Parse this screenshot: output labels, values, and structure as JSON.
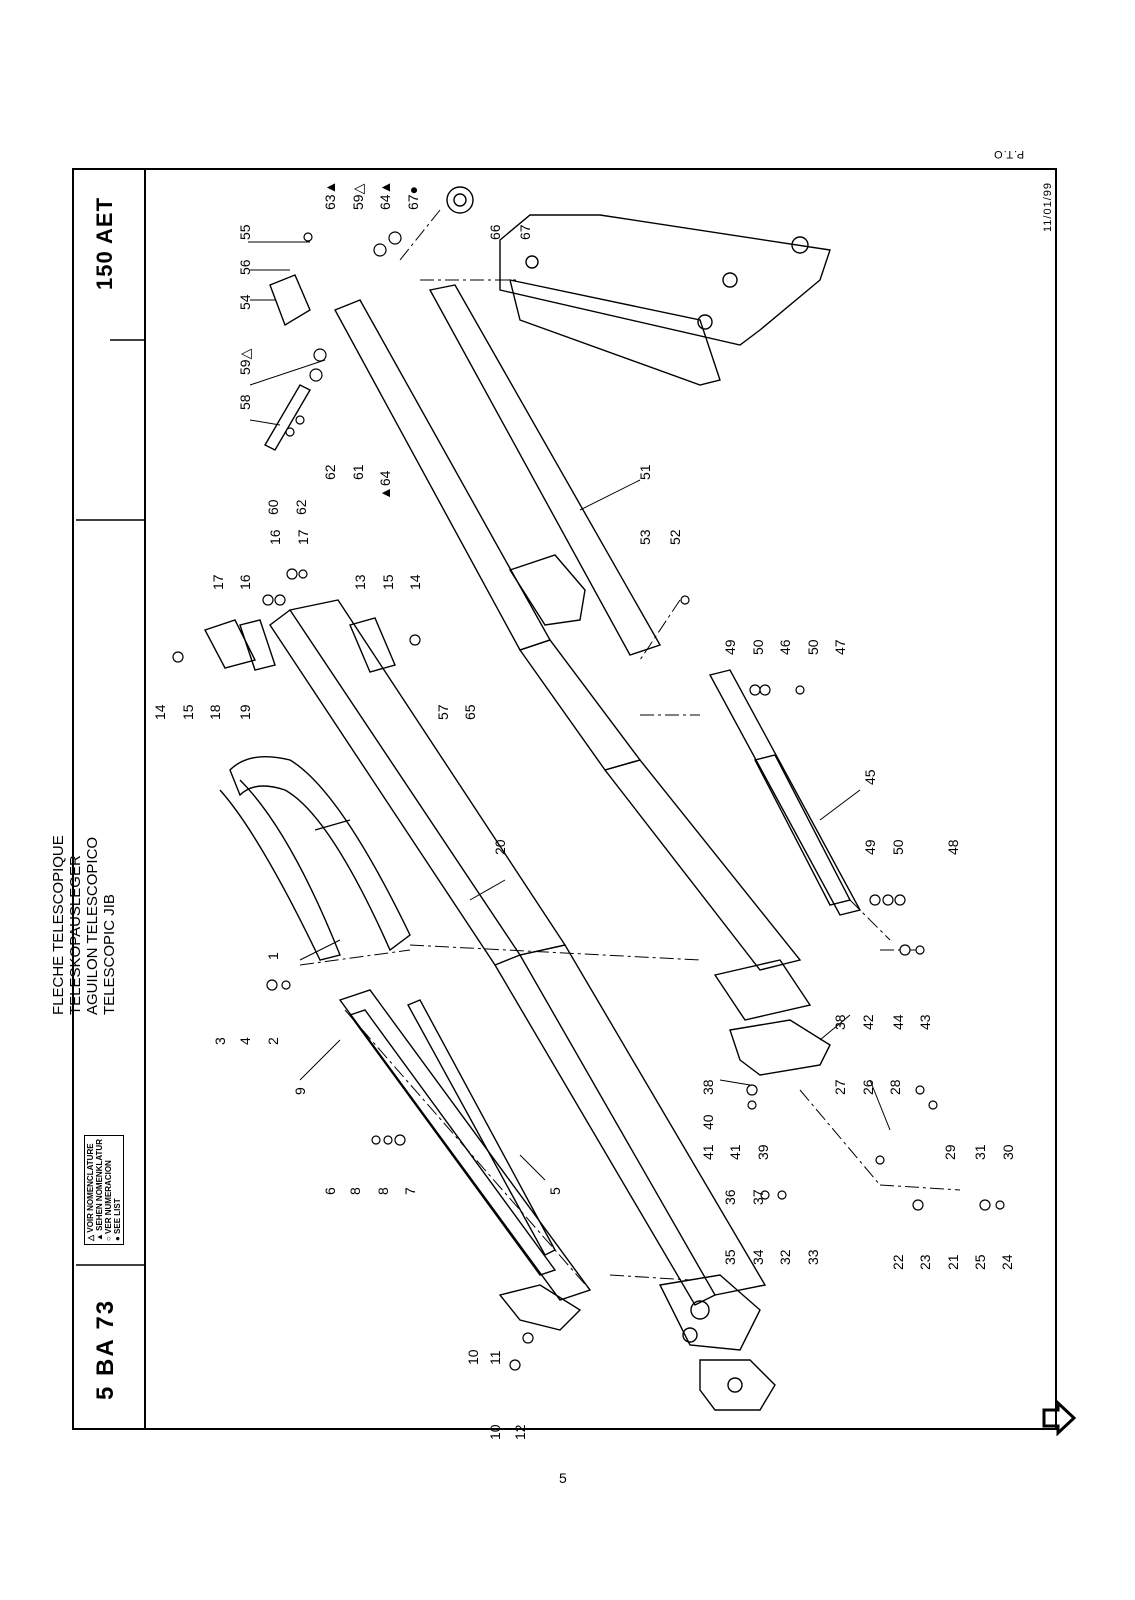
{
  "header": {
    "model": "150 AET",
    "code": "5 BA 73",
    "titles": [
      "FLECHE TELESCOPIQUE",
      "TELESKOPAUSLEGER",
      "AGUILON TELESCOPICO",
      "TELESCOPIC JIB"
    ],
    "legend": [
      "△ VOIR NOMENCLATURE",
      "▲ SEHEN NOMENKLATUR",
      "○ VER NUMERACION",
      "● SEE LIST"
    ],
    "date": "11/01/99",
    "pto": "P.T.O"
  },
  "footer": {
    "page_number": "5"
  },
  "icons": {
    "next_page": "arrow-right-outline-icon"
  },
  "callouts": [
    "1",
    "2",
    "3",
    "4",
    "5",
    "6",
    "7",
    "8",
    "8",
    "9",
    "10",
    "10",
    "11",
    "12",
    "13",
    "14",
    "14",
    "15",
    "15",
    "16",
    "16",
    "17",
    "17",
    "18",
    "19",
    "20",
    "21",
    "22",
    "23",
    "24",
    "25",
    "26",
    "27",
    "28",
    "29",
    "30",
    "31",
    "32",
    "33",
    "34",
    "35",
    "36",
    "37",
    "38",
    "38",
    "39",
    "40",
    "41",
    "41",
    "42",
    "43",
    "44",
    "45",
    "46",
    "47",
    "48",
    "49",
    "49",
    "50",
    "50",
    "50",
    "51",
    "52",
    "53",
    "54",
    "55",
    "56",
    "57",
    "58",
    "59△",
    "59△",
    "60",
    "61",
    "62",
    "62",
    "63▲",
    "64▲",
    "▲64",
    "65",
    "66",
    "67",
    "67●"
  ]
}
